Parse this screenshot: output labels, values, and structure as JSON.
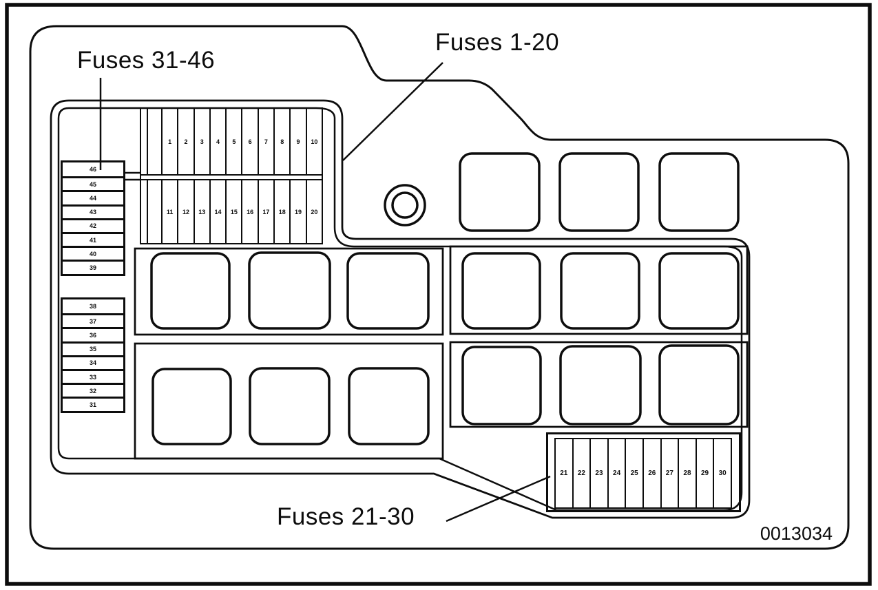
{
  "diagram": {
    "type": "fuse-box-cover-layout",
    "labels": {
      "fuses_31_46": "Fuses 31-46",
      "fuses_1_20": "Fuses 1-20",
      "fuses_21_30": "Fuses 21-30",
      "part_number": "0013034"
    },
    "fuse_groups": {
      "row_1_10": [
        "1",
        "2",
        "3",
        "4",
        "5",
        "6",
        "7",
        "8",
        "9",
        "10"
      ],
      "row_11_20": [
        "11",
        "12",
        "13",
        "14",
        "15",
        "16",
        "17",
        "18",
        "19",
        "20"
      ],
      "row_21_30": [
        "21",
        "22",
        "23",
        "24",
        "25",
        "26",
        "27",
        "28",
        "29",
        "30"
      ],
      "column_46_39": [
        "46",
        "45",
        "44",
        "43",
        "42",
        "41",
        "40",
        "39"
      ],
      "column_38_31": [
        "38",
        "37",
        "36",
        "35",
        "34",
        "33",
        "32",
        "31"
      ]
    },
    "colors": {
      "line": "#0d0d0d",
      "background": "#ffffff"
    }
  }
}
